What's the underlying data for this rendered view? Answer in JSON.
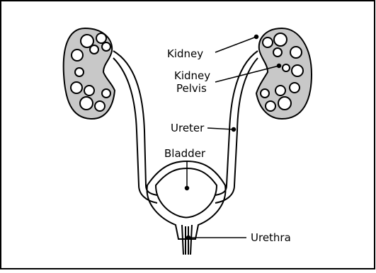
{
  "labels": {
    "kidney": "Kidney",
    "kidney_pelvis_line1": "Kidney",
    "kidney_pelvis_line2": "Pelvis",
    "ureter": "Ureter",
    "bladder": "Bladder",
    "urethra": "Urethra"
  },
  "colors": {
    "outline": "#000000",
    "kidney_fill": "#c8c8c8",
    "background": "#ffffff"
  }
}
